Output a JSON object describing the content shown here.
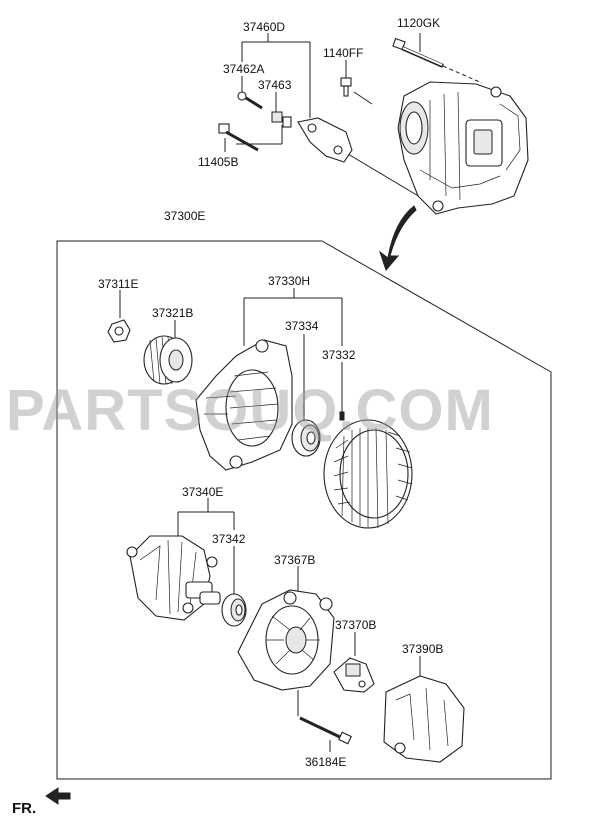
{
  "part_labels": {
    "p37460D": "37460D",
    "p1120GK": "1120GK",
    "p37462A": "37462A",
    "p1140FF": "1140FF",
    "p37463": "37463",
    "p11405B": "11405B",
    "p37300E": "37300E",
    "p37311E": "37311E",
    "p37330H": "37330H",
    "p37321B": "37321B",
    "p37334": "37334",
    "p37332": "37332",
    "p37340E": "37340E",
    "p37342": "37342",
    "p37367B": "37367B",
    "p37370B": "37370B",
    "p37390B": "37390B",
    "p36184E": "36184E"
  },
  "direction_label": "FR.",
  "watermark": "PARTSOUQ.COM"
}
